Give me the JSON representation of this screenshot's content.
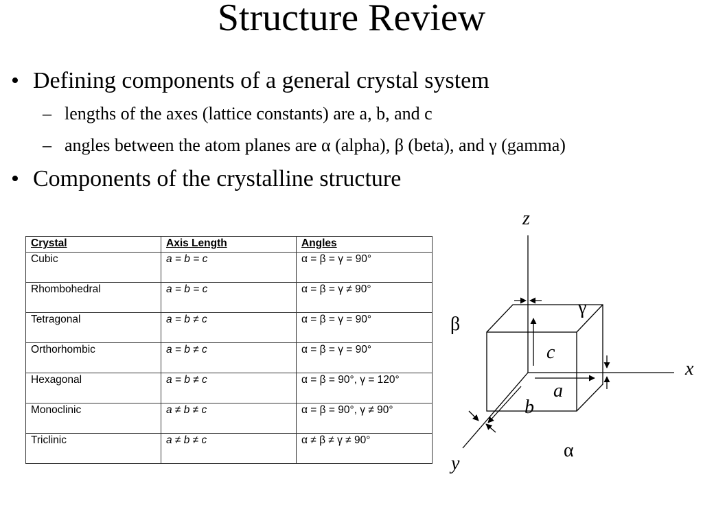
{
  "slide": {
    "title": "Structure Review",
    "bullets": [
      {
        "mark": "•",
        "text": "Defining components of a general crystal system"
      },
      {
        "mark": "•",
        "text": "Components of the crystalline structure"
      }
    ],
    "sub_bullets": [
      {
        "mark": "–",
        "text": "lengths of the axes (lattice constants) are a, b, and c"
      },
      {
        "mark": "–",
        "text": "angles between the atom planes are α (alpha), β (beta), and γ (gamma)"
      }
    ]
  },
  "table": {
    "headers": [
      "Crystal",
      "Axis Length",
      "Angles"
    ],
    "rows": [
      {
        "crystal": "Cubic",
        "axis": "a = b = c",
        "angles": "α = β = γ = 90°"
      },
      {
        "crystal": "Rhombohedral",
        "axis": "a = b = c",
        "angles": "α = β = γ ≠ 90°"
      },
      {
        "crystal": "Tetragonal",
        "axis": "a = b ≠ c",
        "angles": "α = β = γ = 90°"
      },
      {
        "crystal": "Orthorhombic",
        "axis": "a = b ≠ c",
        "angles": "α = β = γ = 90°"
      },
      {
        "crystal": "Hexagonal",
        "axis": "a = b ≠ c",
        "angles": "α = β = 90°, γ = 120°"
      },
      {
        "crystal": "Monoclinic",
        "axis": "a ≠ b ≠ c",
        "angles": "α = β = 90°, γ ≠ 90°"
      },
      {
        "crystal": "Triclinic",
        "axis": "a ≠ b ≠ c",
        "angles": "α ≠  β ≠  γ ≠  90°"
      }
    ]
  },
  "diagram": {
    "axis_x": "x",
    "axis_y": "y",
    "axis_z": "z",
    "length_a": "a",
    "length_b": "b",
    "length_c": "c",
    "angle_alpha": "α",
    "angle_beta": "β",
    "angle_gamma": "γ"
  }
}
